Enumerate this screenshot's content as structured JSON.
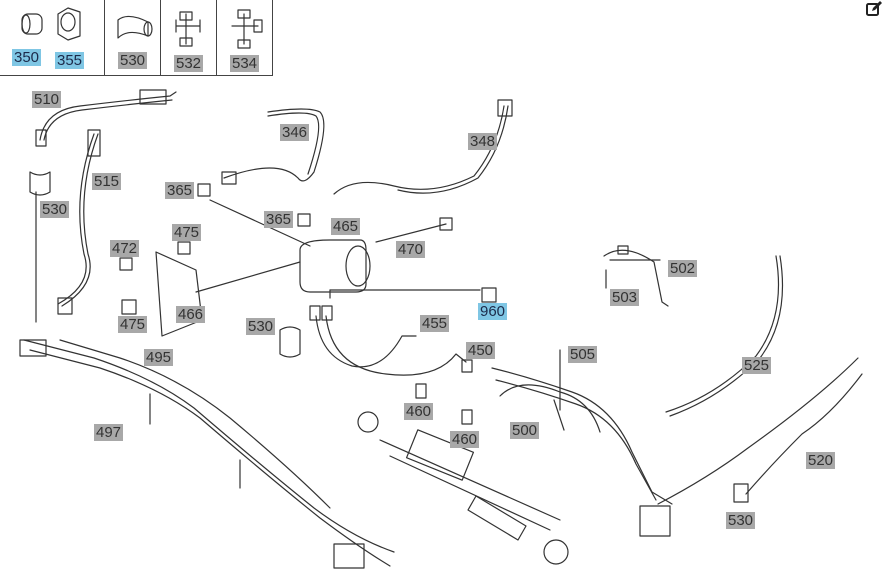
{
  "legend": {
    "items": [
      {
        "label": "350",
        "selected": true
      },
      {
        "label": "355",
        "selected": true
      },
      {
        "label": "530",
        "selected": false
      },
      {
        "label": "532",
        "selected": false
      },
      {
        "label": "534",
        "selected": false
      }
    ]
  },
  "callouts": [
    {
      "label": "510",
      "selected": false
    },
    {
      "label": "530",
      "selected": false
    },
    {
      "label": "515",
      "selected": false
    },
    {
      "label": "346",
      "selected": false
    },
    {
      "label": "348",
      "selected": false
    },
    {
      "label": "365",
      "selected": false
    },
    {
      "label": "365",
      "selected": false
    },
    {
      "label": "465",
      "selected": false
    },
    {
      "label": "470",
      "selected": false
    },
    {
      "label": "475",
      "selected": false
    },
    {
      "label": "472",
      "selected": false
    },
    {
      "label": "475",
      "selected": false
    },
    {
      "label": "466",
      "selected": false
    },
    {
      "label": "530",
      "selected": false
    },
    {
      "label": "455",
      "selected": false
    },
    {
      "label": "450",
      "selected": false
    },
    {
      "label": "960",
      "selected": true
    },
    {
      "label": "502",
      "selected": false
    },
    {
      "label": "503",
      "selected": false
    },
    {
      "label": "505",
      "selected": false
    },
    {
      "label": "525",
      "selected": false
    },
    {
      "label": "495",
      "selected": false
    },
    {
      "label": "497",
      "selected": false
    },
    {
      "label": "460",
      "selected": false
    },
    {
      "label": "460",
      "selected": false
    },
    {
      "label": "500",
      "selected": false
    },
    {
      "label": "520",
      "selected": false
    },
    {
      "label": "530",
      "selected": false
    }
  ],
  "colors": {
    "callout_bg": "#a8a8a8",
    "callout_selected_bg": "#7fc6e4",
    "line": "#333333"
  },
  "icons": {
    "edit": "edit-icon"
  }
}
